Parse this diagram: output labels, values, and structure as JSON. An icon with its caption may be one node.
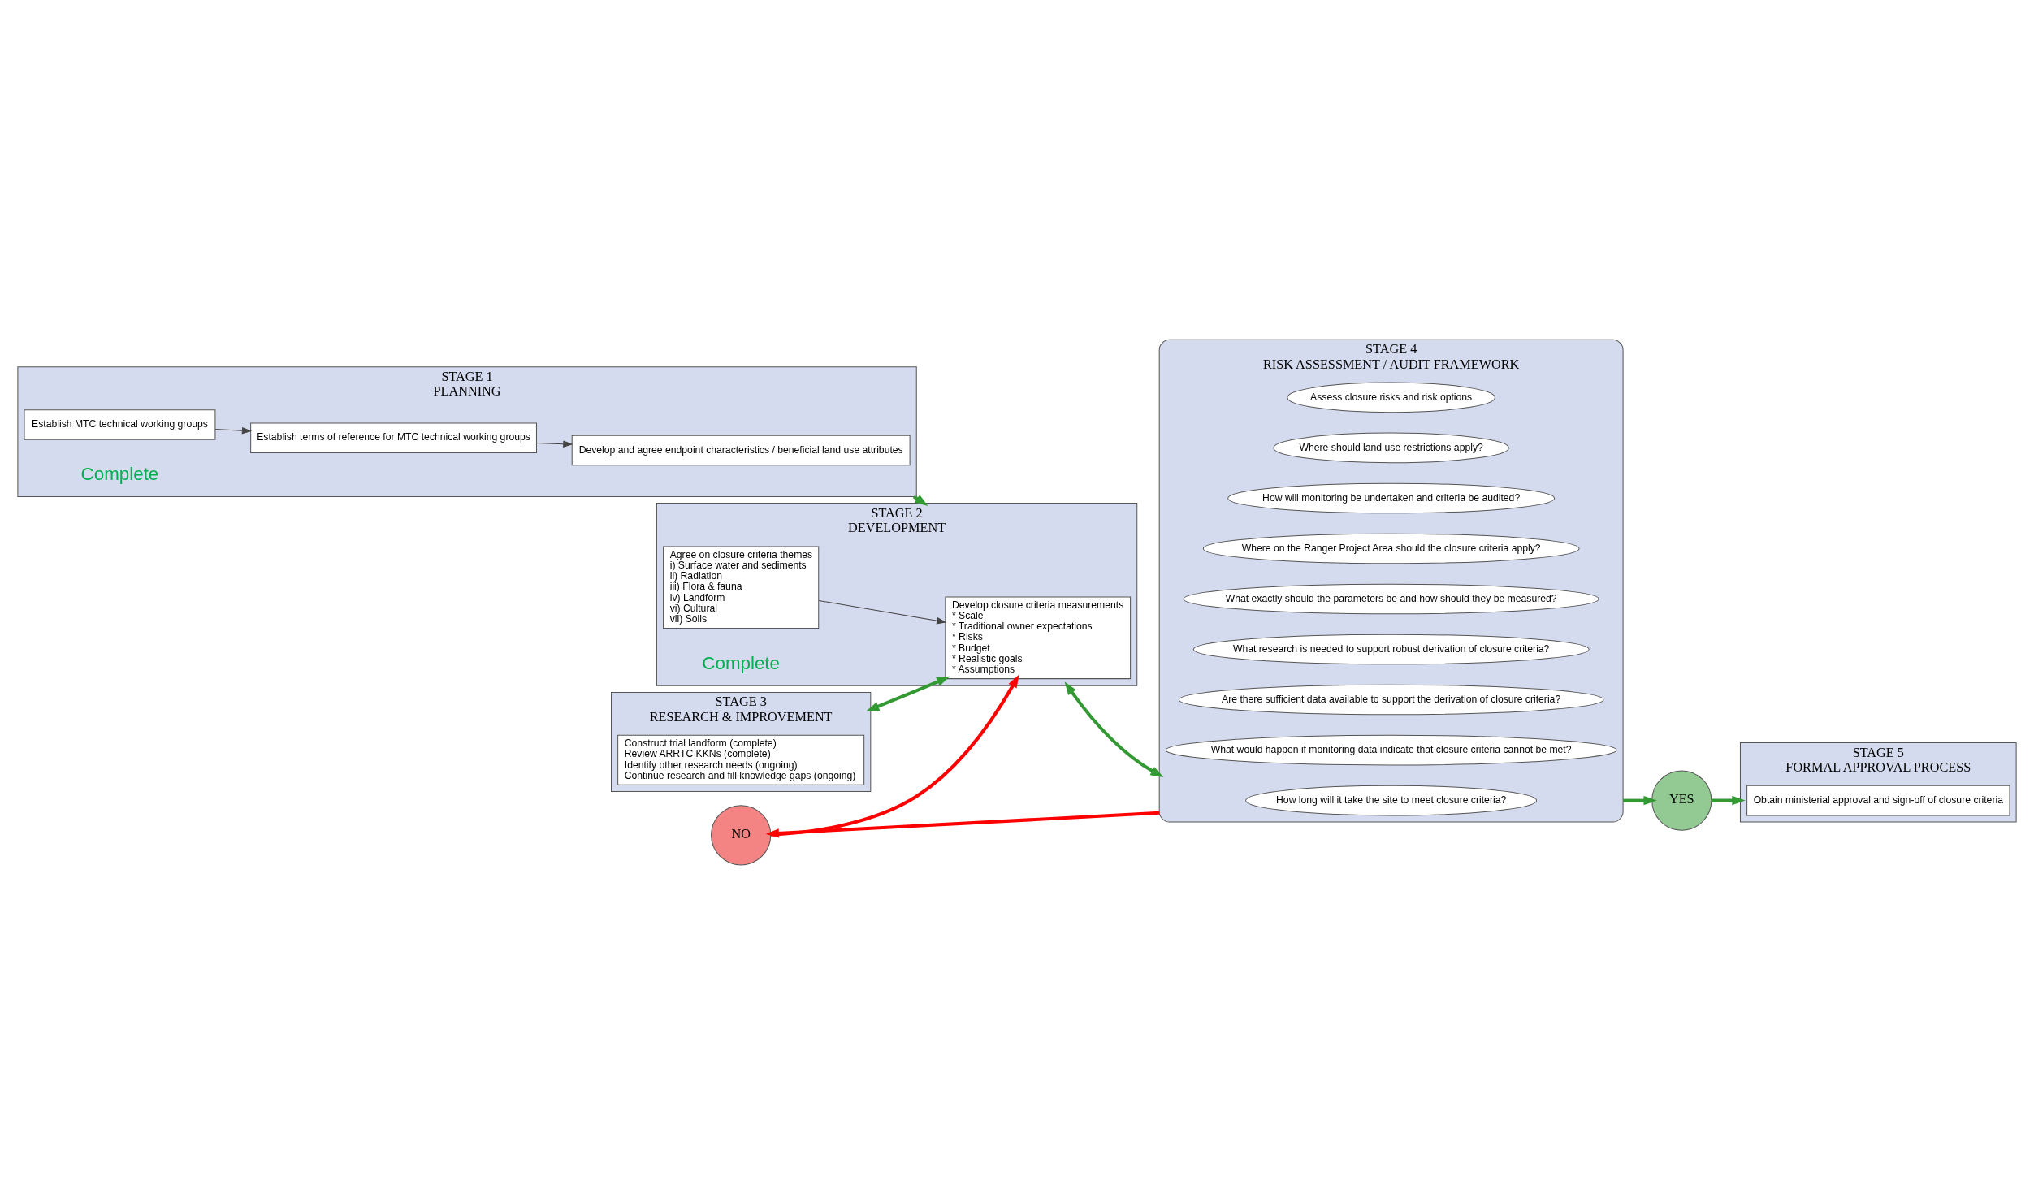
{
  "diagram": {
    "nodes": [
      {
        "text": [
          "STAGE 1",
          "PLANNING"
        ]
      },
      {
        "text": [
          "Establish MTC technical working groups"
        ],
        "in": 0
      },
      {
        "text": [
          "Establish terms of reference for MTC technical working groups"
        ],
        "in": 0
      },
      {
        "text": [
          "Develop and agree endpoint characteristics / beneficial land use attributes"
        ],
        "in": 0
      },
      {
        "text": [
          "STAGE 2",
          "DEVELOPMENT"
        ]
      },
      {
        "text": [
          "Agree on closure criteria themes",
          "i) Surface water and sediments",
          "ii) Radiation",
          "iii) Flora & fauna",
          "iv) Landform",
          "vi) Cultural",
          "vii) Soils"
        ],
        "in": 4
      },
      {
        "text": [
          "Develop closure criteria measurements",
          "* Scale",
          "* Traditional owner expectations",
          "* Risks",
          "* Budget",
          "* Realistic goals",
          "* Assumptions"
        ],
        "in": 4
      },
      {
        "text": [
          "STAGE 3",
          "RESEARCH & IMPROVEMENT"
        ]
      },
      {
        "text": [
          "Construct trial landform (complete)",
          "Review ARRTC KKNs (complete)",
          "Identify other research needs (ongoing)",
          "Continue research and fill knowledge gaps (ongoing)"
        ],
        "in": 7
      },
      {
        "text": [
          "STAGE 4",
          "RISK ASSESSMENT / AUDIT FRAMEWORK"
        ]
      },
      {
        "text": [
          "Assess closure risks and risk options"
        ],
        "in": 9
      },
      {
        "text": [
          "Where should land use restrictions apply?"
        ],
        "in": 9
      },
      {
        "text": [
          "How will monitoring be undertaken and criteria be audited?"
        ],
        "in": 9
      },
      {
        "text": [
          "Where on the Ranger Project Area should the closure criteria apply?"
        ],
        "in": 9
      },
      {
        "text": [
          "What exactly should the parameters be and how should they be measured?"
        ],
        "in": 9
      },
      {
        "text": [
          "What research is needed to support robust derivation of closure criteria?"
        ],
        "in": 9
      },
      {
        "text": [
          "Are there sufficient data available to support the derivation of closure criteria?"
        ],
        "in": 9
      },
      {
        "text": [
          "What would happen if monitoring data indicate that closure criteria cannot be met?"
        ],
        "in": 9
      },
      {
        "text": [
          "How long will it take the site to meet closure criteria?"
        ],
        "in": 9
      },
      {
        "text": [
          "STAGE 5",
          "FORMAL APPROVAL PROCESS"
        ]
      },
      {
        "text": [
          "Obtain ministerial approval and sign-off of closure criteria"
        ],
        "in": 19
      },
      {
        "text": [
          "YES"
        ]
      },
      {
        "text": [
          "NO"
        ]
      }
    ],
    "edges": [
      {
        "from": 1,
        "to": 2,
        "arrow": "to"
      },
      {
        "from": 2,
        "to": 3,
        "arrow": "to"
      },
      {
        "from": 0,
        "to": 4,
        "arrow": "to",
        "color": "#339933"
      },
      {
        "from": 5,
        "to": 6,
        "arrow": "to"
      },
      {
        "from": 4,
        "to": 9,
        "arrow": "both",
        "color": "#339933"
      },
      {
        "from": 7,
        "to": 6,
        "arrow": "both",
        "color": "#339933"
      },
      {
        "from": 9,
        "to": 21,
        "arrow": "to",
        "color": "#339933"
      },
      {
        "from": 21,
        "to": 19,
        "arrow": "to",
        "color": "#339933"
      },
      {
        "from": 9,
        "to": 22,
        "arrow": "to",
        "color": "#ff0000"
      },
      {
        "from": 22,
        "to": 6,
        "arrow": "to",
        "color": "#ff0000"
      }
    ],
    "labels": [
      "Complete",
      "Complete"
    ]
  }
}
